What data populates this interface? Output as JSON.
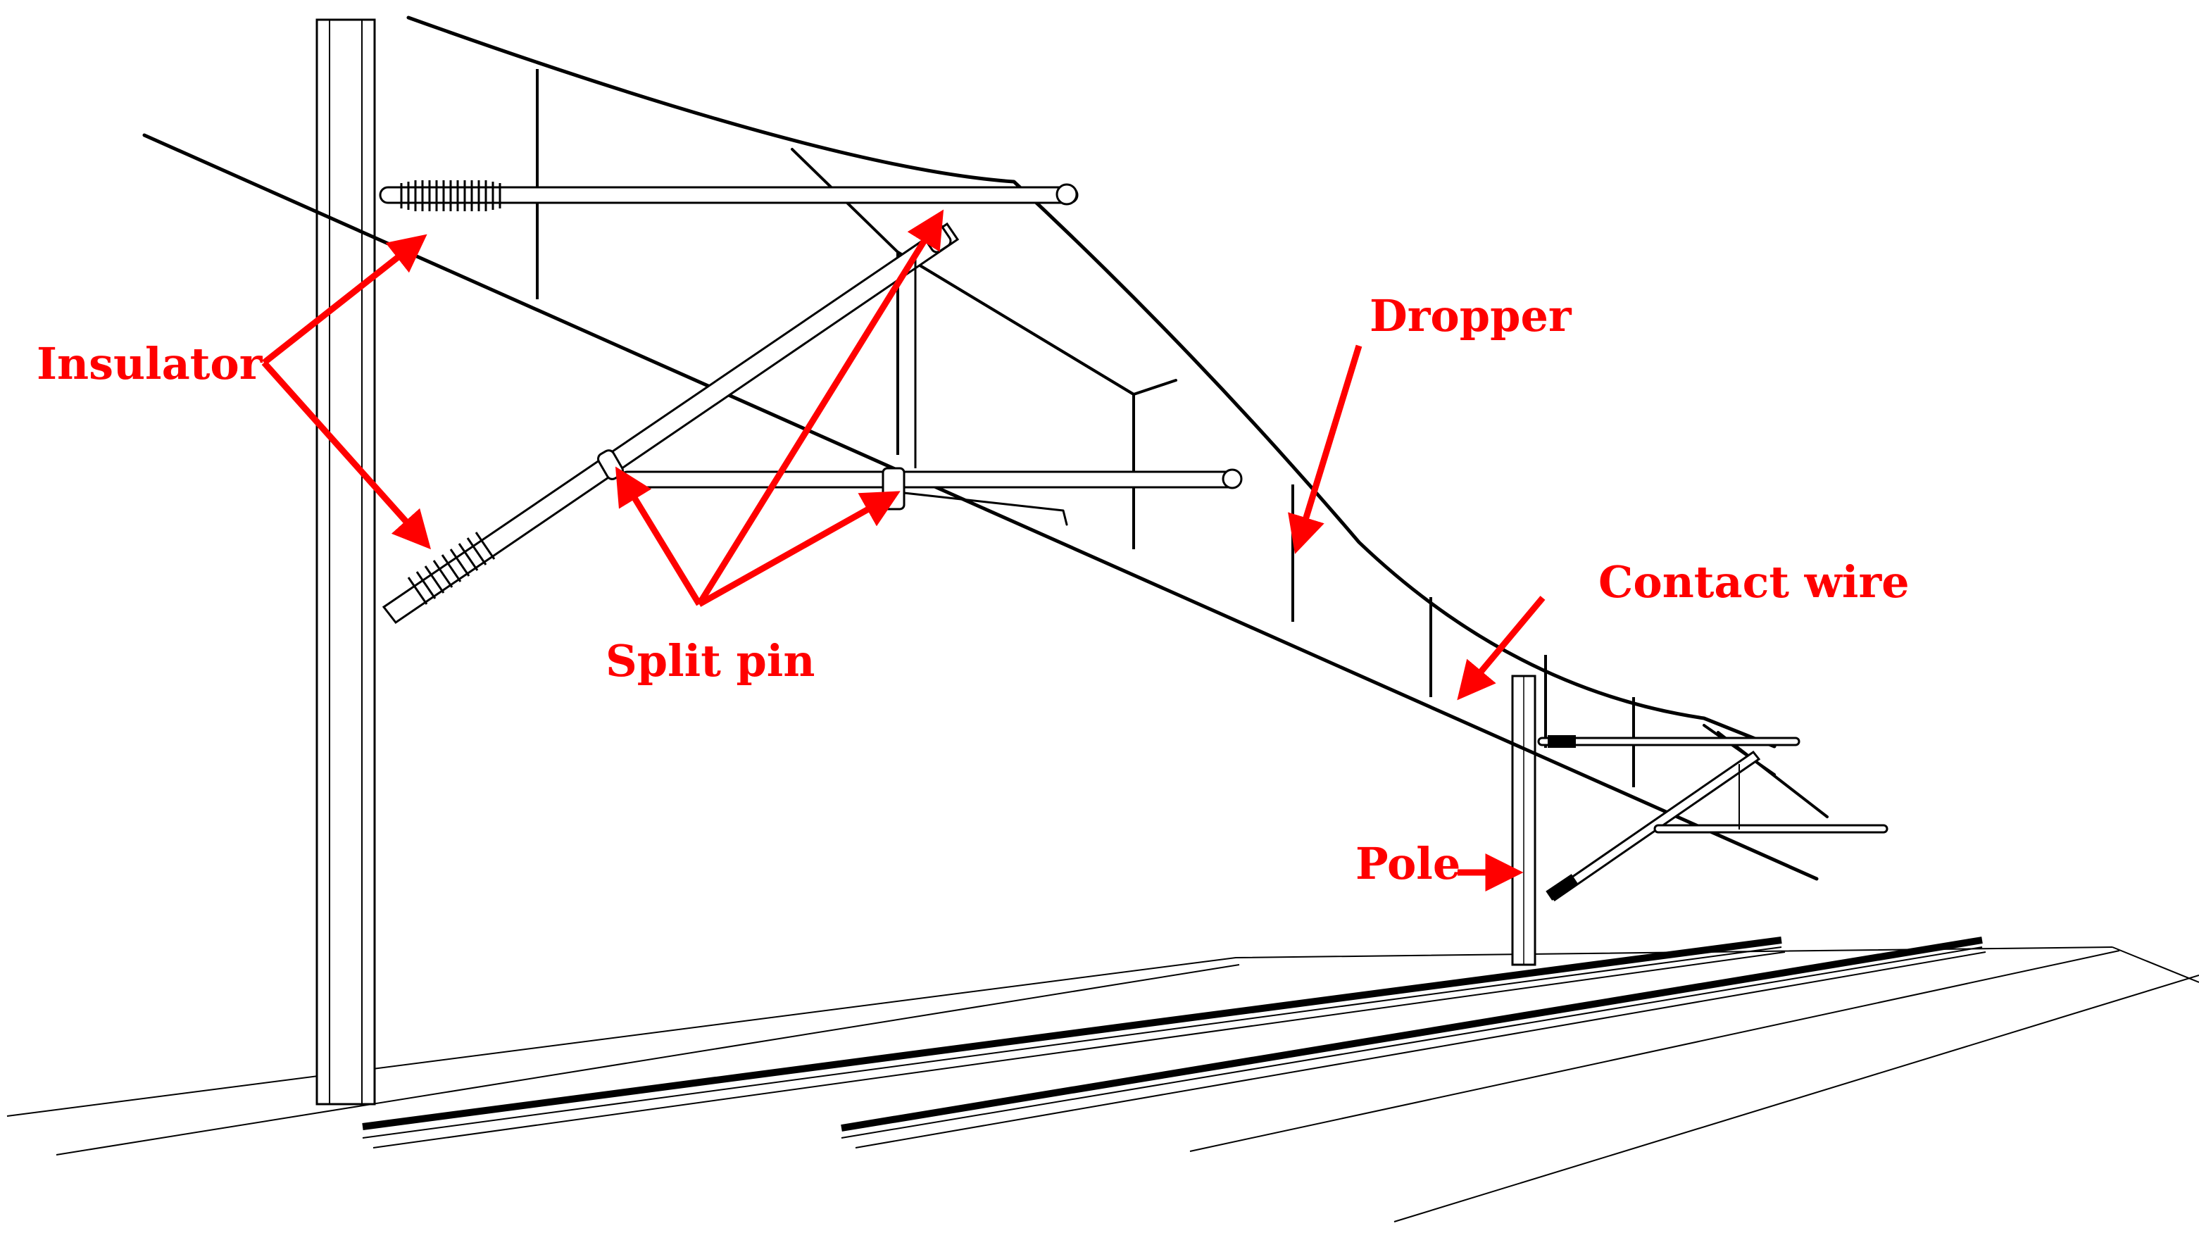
{
  "labels": {
    "insulator": "Insulator",
    "split_pin": "Split pin",
    "dropper": "Dropper",
    "contact_wire": "Contact wire",
    "pole": "Pole"
  },
  "colors": {
    "annotation": "#ff0000",
    "line_art": "#000000",
    "background": "#ffffff"
  }
}
